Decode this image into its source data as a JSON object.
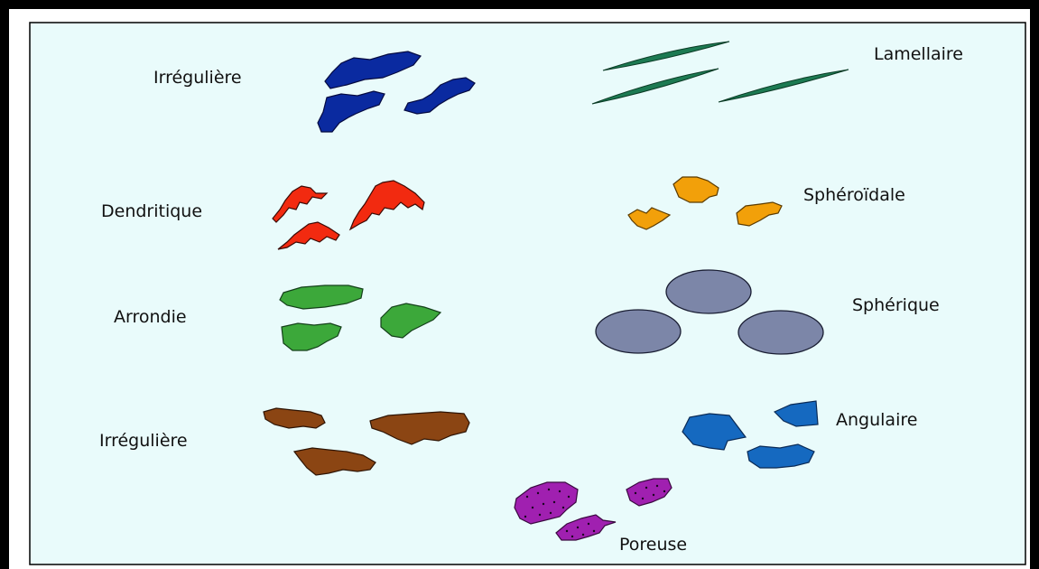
{
  "colors": {
    "background": "#e9fbfb",
    "border": "#000000",
    "irregular_top": "#0a2aa0",
    "lamellar": "#1c7a52",
    "dendritic": "#f22a10",
    "spheroidal": "#f2a00a",
    "rounded": "#3ca83a",
    "spherical": "#7c86a8",
    "irregular_bottom": "#8b4513",
    "angular": "#1569c0",
    "porous": "#a020b0"
  },
  "labels": {
    "irreguliere_top": "Irrégulière",
    "lamellaire": "Lamellaire",
    "dendritique": "Dendritique",
    "spheroidale": "Sphéroïdale",
    "arrondie": "Arrondie",
    "spherique": "Sphérique",
    "irreguliere_bottom": "Irrégulière",
    "angulaire": "Angulaire",
    "poreuse": "Poreuse"
  }
}
